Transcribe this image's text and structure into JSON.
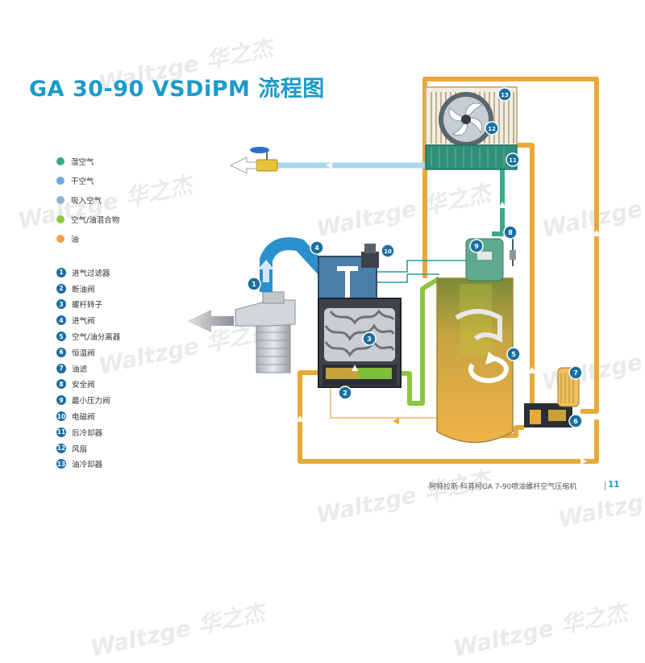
{
  "title": "GA 30-90 VSDiPM 流程图",
  "legend": [
    {
      "label": "湿空气",
      "color": "#3aa98a"
    },
    {
      "label": "干空气",
      "color": "#6fa8dc"
    },
    {
      "label": "吸入空气",
      "color": "#8fb3c9"
    },
    {
      "label": "空气/油混合物",
      "color": "#8cc63f"
    },
    {
      "label": "油",
      "color": "#f0a050"
    }
  ],
  "components": [
    {
      "n": "1",
      "label": "进气过滤器"
    },
    {
      "n": "2",
      "label": "断油阀"
    },
    {
      "n": "3",
      "label": "螺杆转子"
    },
    {
      "n": "4",
      "label": "进气阀"
    },
    {
      "n": "5",
      "label": "空气/油分离器"
    },
    {
      "n": "6",
      "label": "恒温阀"
    },
    {
      "n": "7",
      "label": "油滤"
    },
    {
      "n": "8",
      "label": "安全阀"
    },
    {
      "n": "9",
      "label": "最小压力阀"
    },
    {
      "n": "10",
      "label": "电磁阀"
    },
    {
      "n": "11",
      "label": "后冷却器"
    },
    {
      "n": "12",
      "label": "风扇"
    },
    {
      "n": "13",
      "label": "油冷却器"
    }
  ],
  "footer": {
    "text": "阿特拉斯·科普柯GA 7-90喷油螺杆空气压缩机",
    "page": "11"
  },
  "watermark": "Waltzge 华之杰",
  "colors": {
    "accent": "#1b9bc9",
    "oil": "#e8a93a",
    "mixture": "#8cc63f",
    "wet_air": "#3aa98a",
    "badge": "#1a6fa0"
  }
}
